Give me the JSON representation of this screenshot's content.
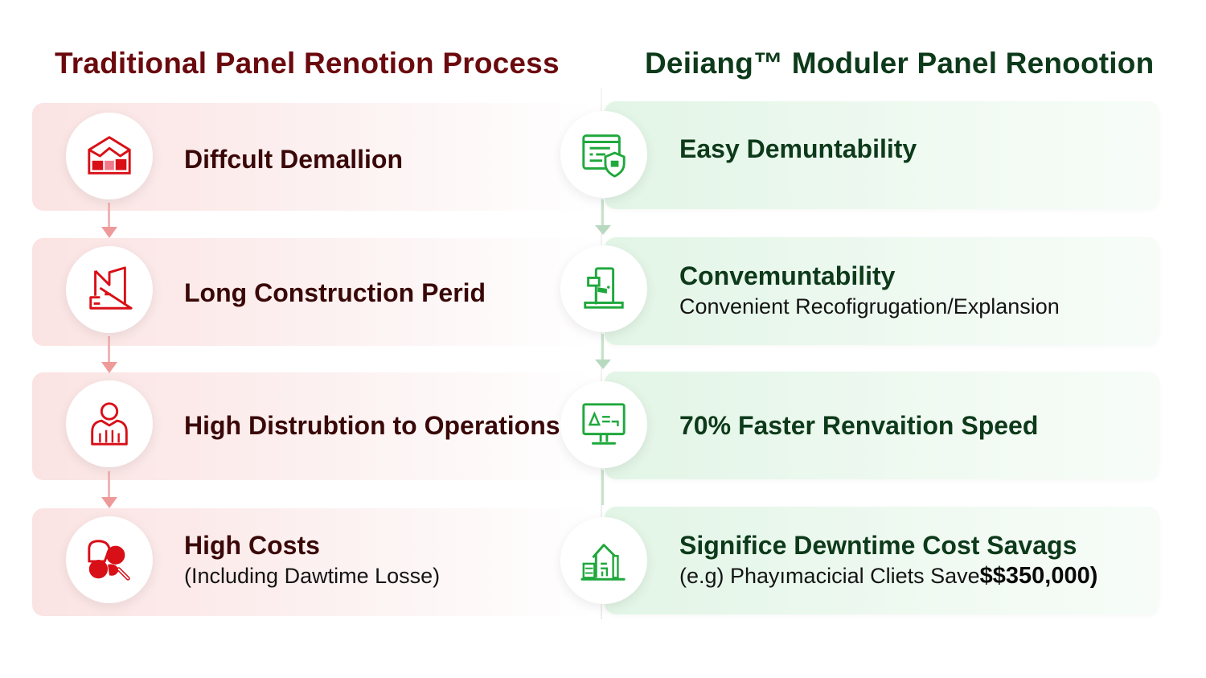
{
  "colors": {
    "traditional_accent": "#d90f17",
    "traditional_title": "#6b0a0e",
    "modular_accent": "#1fa83c",
    "modular_title": "#0d3a1a"
  },
  "left": {
    "title": "Traditional Panel Renotion Process",
    "steps": [
      {
        "icon": "broken-building-icon",
        "main": "Diffcult Demallion",
        "sub": ""
      },
      {
        "icon": "construction-crane-icon",
        "main": "Long Construction Perid",
        "sub": ""
      },
      {
        "icon": "worker-person-icon",
        "main": "High Distrubtion to Operations",
        "sub": ""
      },
      {
        "icon": "cost-magnifier-icon",
        "main": "High Costs",
        "sub": "(Including Dawtime Losse)"
      }
    ]
  },
  "right": {
    "title": "Deiiang™ Moduler Panel Renootion",
    "steps": [
      {
        "icon": "document-shield-icon",
        "main": "Easy Demuntability",
        "sub": ""
      },
      {
        "icon": "door-panel-icon",
        "main": "Convemuntability",
        "sub": "Convenient Recofigrugation/Explansion"
      },
      {
        "icon": "monitor-chart-icon",
        "main": "70% Faster Renvaition Speed",
        "sub": ""
      },
      {
        "icon": "house-growth-icon",
        "main": "Significe Dewntime Cost Savags",
        "sub_prefix": "(e.g) Phayımacicial Cliets Save",
        "sub_amount": "$$350,000)"
      }
    ]
  }
}
